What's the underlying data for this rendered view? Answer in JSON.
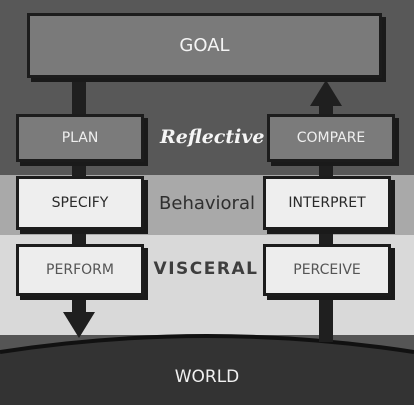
{
  "goal": "GOAL",
  "world": "WORLD",
  "levels": {
    "reflective": "Reflective",
    "behavioral": "Behavioral",
    "visceral": "VISCERAL"
  },
  "execution": [
    "PLAN",
    "SPECIFY",
    "PERFORM"
  ],
  "evaluation": [
    "COMPARE",
    "INTERPRET",
    "PERCEIVE"
  ]
}
